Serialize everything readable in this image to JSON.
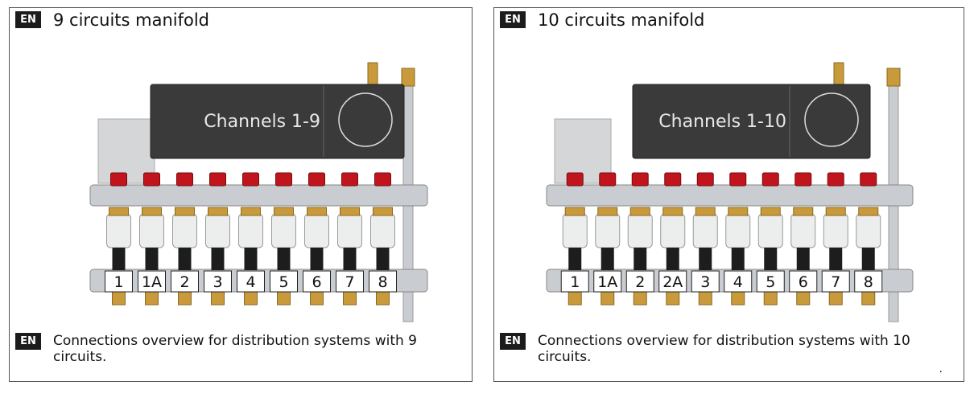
{
  "colors": {
    "badge_bg": "#1c1c1c",
    "controller": "#3a3a3a",
    "valve_cap": "#c0151c",
    "brass": "#c99a3c",
    "steel": "#c9ccd0"
  },
  "panels": [
    {
      "badge": "EN",
      "title": "9 circuits manifold",
      "controller_label": "Channels 1-9",
      "ports": [
        "1",
        "1A",
        "2",
        "3",
        "4",
        "5",
        "6",
        "7",
        "8"
      ],
      "caption_badge": "EN",
      "caption": "Connections overview for distribution systems with 9 circuits."
    },
    {
      "badge": "EN",
      "title": "10 circuits manifold",
      "controller_label": "Channels 1-10",
      "ports": [
        "1",
        "1A",
        "2",
        "2A",
        "3",
        "4",
        "5",
        "6",
        "7",
        "8"
      ],
      "caption_badge": "EN",
      "caption": "Connections overview for distribution systems with 10 circuits."
    }
  ],
  "footer_mark": "."
}
